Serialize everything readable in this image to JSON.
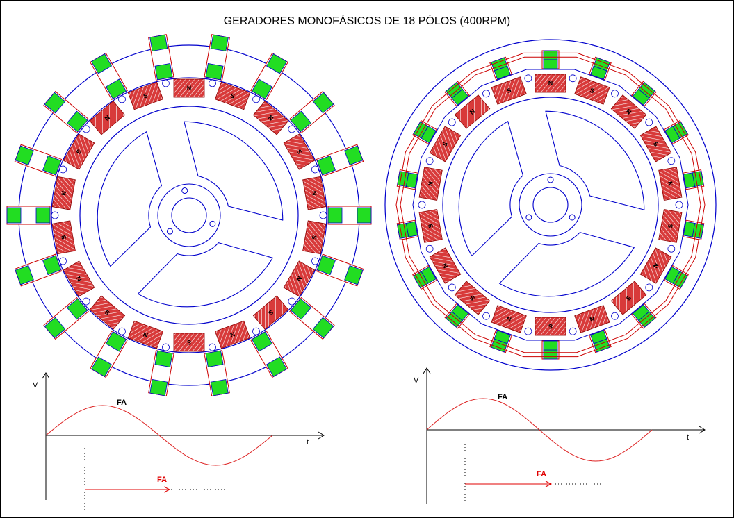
{
  "title": "GERADORES MONOFÁSICOS DE 18 PÓLOS (400RPM)",
  "colors": {
    "stator_outline": "#0000cc",
    "coil": "#22dd22",
    "magnet": "#dd3333",
    "coil_frame": "#cc0000",
    "wave": "#dd2222"
  },
  "left_generator": {
    "magnet_labels": [
      "N",
      "S",
      "N",
      "S",
      "N",
      "S",
      "N",
      "S",
      "N",
      "S",
      "N",
      "S",
      "N",
      "S",
      "N",
      "S",
      "N",
      "S"
    ]
  },
  "right_generator": {
    "magnet_labels": [
      "N",
      "S",
      "N",
      "S",
      "N",
      "S",
      "N",
      "S",
      "N",
      "S",
      "N",
      "S",
      "N",
      "S",
      "N",
      "S",
      "N",
      "S"
    ]
  },
  "left_graph": {
    "y_label": "V",
    "x_label": "t",
    "wave_label": "FA",
    "arrow_label": "FA"
  },
  "right_graph": {
    "y_label": "V",
    "x_label": "t",
    "wave_label": "FA",
    "arrow_label": "FA"
  }
}
